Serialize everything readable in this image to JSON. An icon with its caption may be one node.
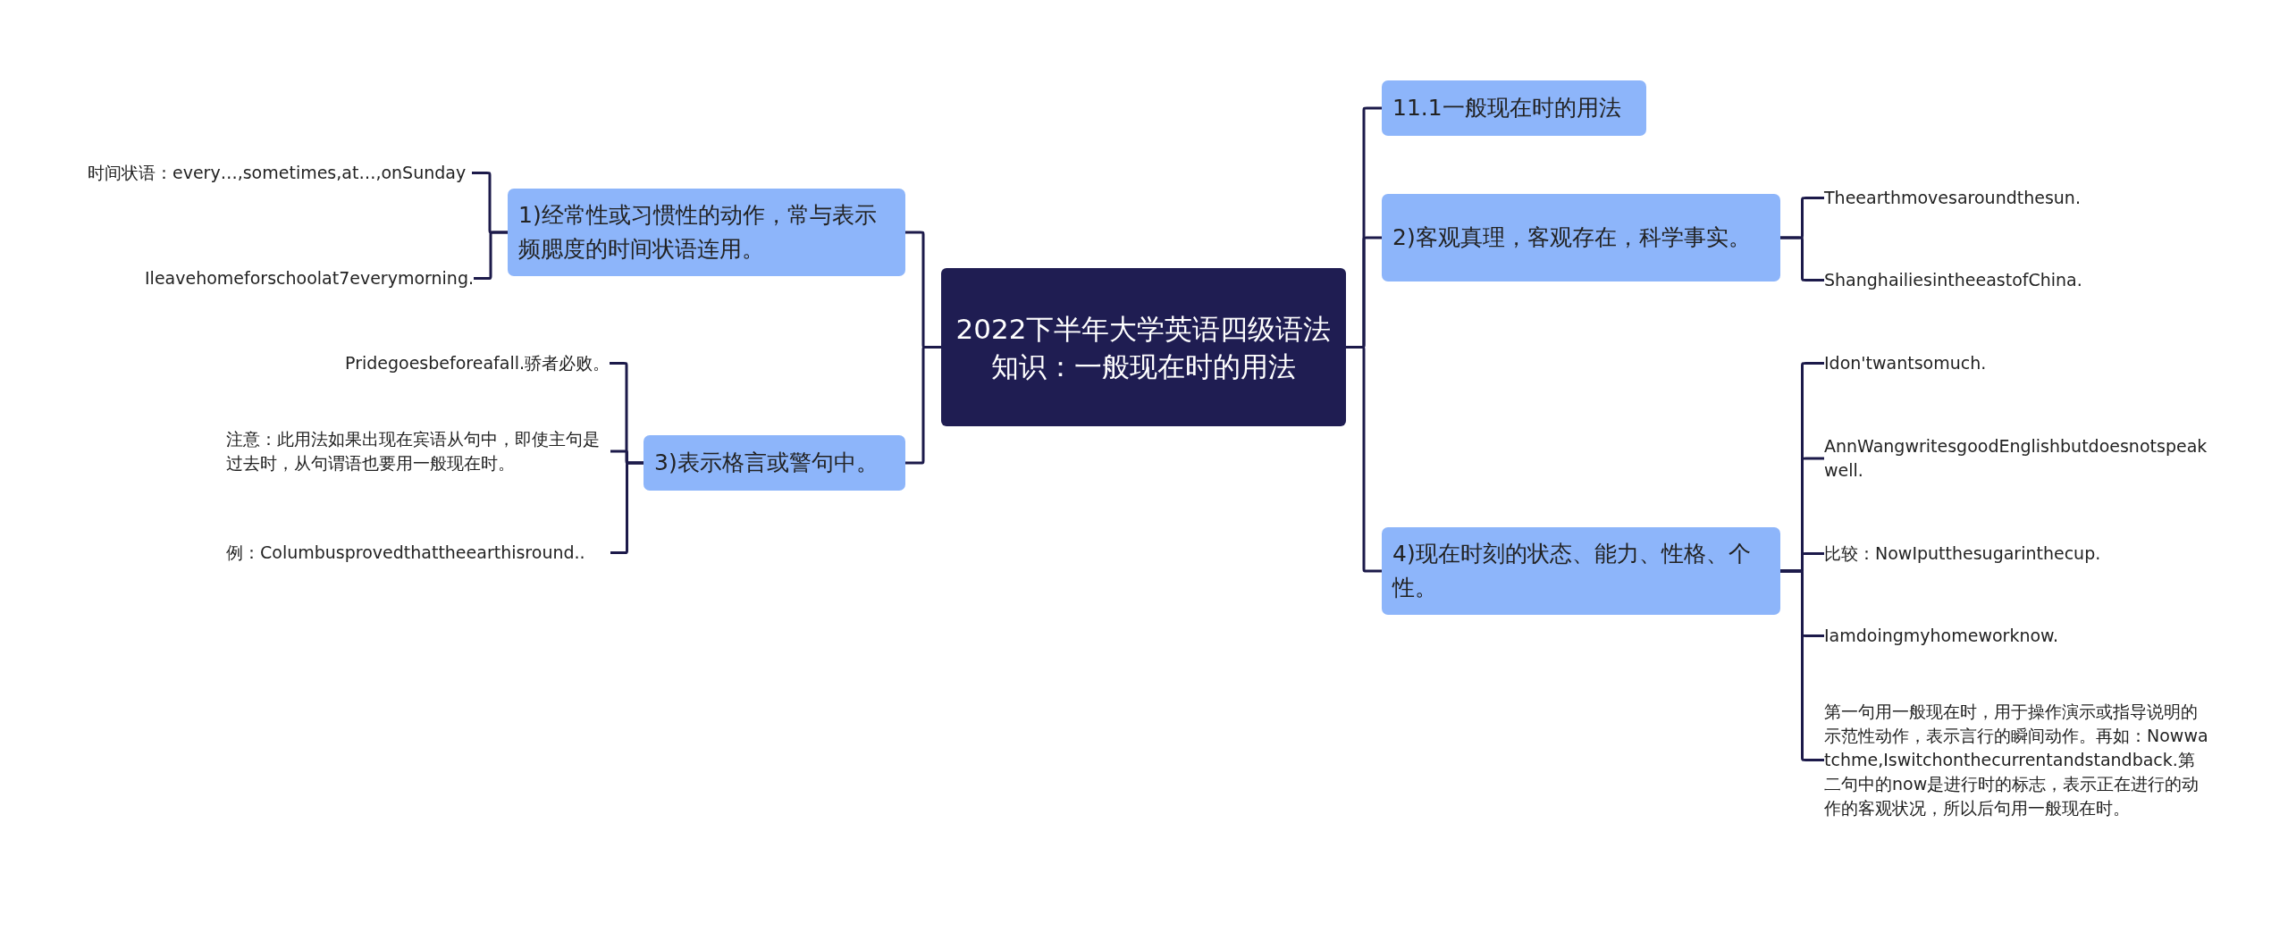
{
  "diagram": {
    "nodes": [
      {
        "text": [
          "2022下半年大学英语四级语法知识：一般现在时的用法"
        ]
      },
      {
        "text": [
          "1)经常性或习惯性的动作，常与表示频腮度的时间状语连用。"
        ]
      },
      {
        "text": [
          "时间状语：every…,sometimes,at…,onSunday"
        ]
      },
      {
        "text": [
          "Ileavehomeforschoolat7everymorning."
        ]
      },
      {
        "text": [
          "3)表示格言或警句中。"
        ]
      },
      {
        "text": [
          "Pridegoesbeforeafall.骄者必败。"
        ]
      },
      {
        "text": [
          "注意：此用法如果出现在宾语从句中，即使主句是过去时，从句谓语也要用一般现在时。"
        ]
      },
      {
        "text": [
          "例：Columbusprovedthattheearthisround.."
        ]
      },
      {
        "text": [
          "11.1一般现在时的用法"
        ]
      },
      {
        "text": [
          "2)客观真理，客观存在，科学事实。"
        ]
      },
      {
        "text": [
          "Theearthmovesaroundthesun."
        ]
      },
      {
        "text": [
          "ShanghailiesintheeastofChina."
        ]
      },
      {
        "text": [
          "4)现在时刻的状态、能力、性格、个性。"
        ]
      },
      {
        "text": [
          "Idon'twantsomuch."
        ]
      },
      {
        "text": [
          "AnnWangwritesgoodEnglishbutdoesnotspeakwell."
        ]
      },
      {
        "text": [
          "比较：NowIputthesugarinthecup."
        ]
      },
      {
        "text": [
          "Iamdoingmyhomeworknow."
        ]
      },
      {
        "text": [
          "第一句用一般现在时，用于操作演示或指导说明的示范性动作，表示言行的瞬间动作。再如：Nowwatchme,Iswitchonthecurrentandstandback.第二句中的now是进行时的标志，表示正在进行的动作的客观状况，所以后句用一般现在时。"
        ]
      }
    ],
    "edges": [
      {
        "from": 0,
        "to": 1,
        "arrow": "none"
      },
      {
        "from": 1,
        "to": 2,
        "arrow": "none"
      },
      {
        "from": 1,
        "to": 3,
        "arrow": "none"
      },
      {
        "from": 0,
        "to": 4,
        "arrow": "none"
      },
      {
        "from": 4,
        "to": 5,
        "arrow": "none"
      },
      {
        "from": 4,
        "to": 6,
        "arrow": "none"
      },
      {
        "from": 4,
        "to": 7,
        "arrow": "none"
      },
      {
        "from": 0,
        "to": 8,
        "arrow": "none"
      },
      {
        "from": 0,
        "to": 9,
        "arrow": "none"
      },
      {
        "from": 9,
        "to": 10,
        "arrow": "none"
      },
      {
        "from": 9,
        "to": 11,
        "arrow": "none"
      },
      {
        "from": 0,
        "to": 12,
        "arrow": "none"
      },
      {
        "from": 12,
        "to": 13,
        "arrow": "none"
      },
      {
        "from": 12,
        "to": 14,
        "arrow": "none"
      },
      {
        "from": 12,
        "to": 15,
        "arrow": "none"
      },
      {
        "from": 12,
        "to": 16,
        "arrow": "none"
      },
      {
        "from": 12,
        "to": 17,
        "arrow": "none"
      }
    ]
  }
}
